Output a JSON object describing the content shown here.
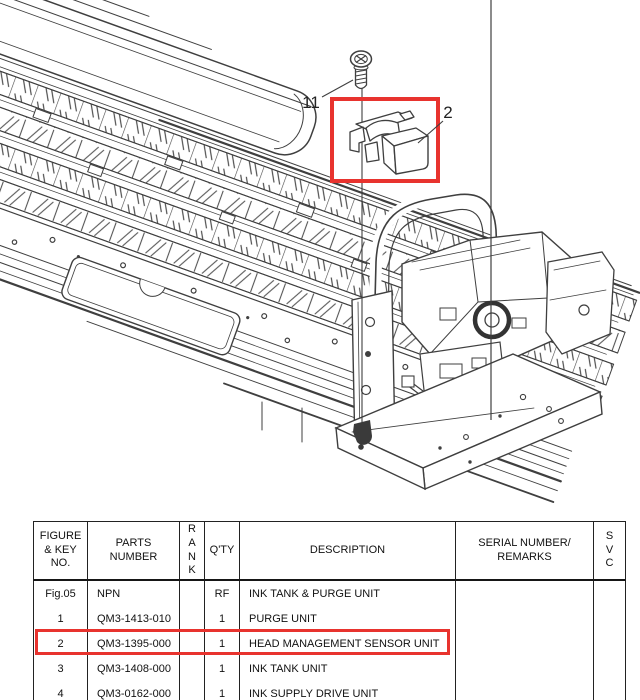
{
  "figure": {
    "callout_11": "11",
    "callout_2": "2",
    "highlight_color": "#e8332e",
    "line_color": "#3f3f3f"
  },
  "table": {
    "headers": {
      "figure_key": "FIGURE\n& KEY\nNO.",
      "parts_number": "PARTS\nNUMBER",
      "rank": "R\nA\nN\nK",
      "qty": "Q'TY",
      "description": "DESCRIPTION",
      "serial": "SERIAL NUMBER/\nREMARKS",
      "svc": "S\nV\nC"
    },
    "rows": [
      {
        "figure": "Fig.05",
        "parts": "NPN",
        "rank": "",
        "qty": "RF",
        "description": "INK TANK & PURGE UNIT",
        "serial": "",
        "svc": ""
      },
      {
        "figure": "1",
        "parts": "QM3-1413-010",
        "rank": "",
        "qty": "1",
        "description": "PURGE UNIT",
        "serial": "",
        "svc": ""
      },
      {
        "figure": "2",
        "parts": "QM3-1395-000",
        "rank": "",
        "qty": "1",
        "description": "HEAD MANAGEMENT SENSOR UNIT",
        "serial": "",
        "svc": ""
      },
      {
        "figure": "3",
        "parts": "QM3-1408-000",
        "rank": "",
        "qty": "1",
        "description": "INK TANK UNIT",
        "serial": "",
        "svc": ""
      },
      {
        "figure": "4",
        "parts": "QM3-0162-000",
        "rank": "",
        "qty": "1",
        "description": "INK SUPPLY DRIVE UNIT",
        "serial": "",
        "svc": ""
      }
    ]
  }
}
